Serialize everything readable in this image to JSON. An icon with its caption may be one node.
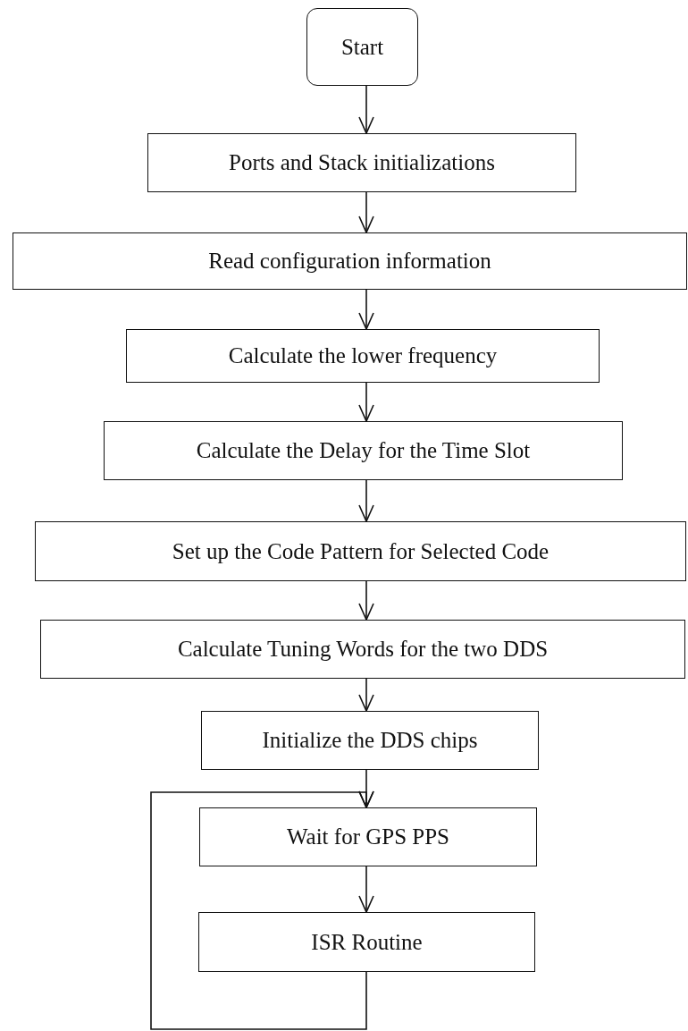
{
  "diagram": {
    "nodes": [
      {
        "text": [
          "Start"
        ]
      },
      {
        "text": [
          "Ports and Stack initializations"
        ]
      },
      {
        "text": [
          "Read configuration information"
        ]
      },
      {
        "text": [
          "Calculate the lower frequency"
        ]
      },
      {
        "text": [
          "Calculate the Delay for the Time Slot"
        ]
      },
      {
        "text": [
          "Set up the Code Pattern for Selected Code"
        ]
      },
      {
        "text": [
          "Calculate Tuning Words for the two DDS"
        ]
      },
      {
        "text": [
          "Initialize the DDS chips"
        ]
      },
      {
        "text": [
          "Wait for GPS PPS"
        ]
      },
      {
        "text": [
          "ISR Routine"
        ]
      }
    ],
    "edges": [
      {
        "from": 0,
        "to": 1,
        "arrow": "to"
      },
      {
        "from": 1,
        "to": 2,
        "arrow": "to"
      },
      {
        "from": 2,
        "to": 3,
        "arrow": "to"
      },
      {
        "from": 3,
        "to": 4,
        "arrow": "to"
      },
      {
        "from": 4,
        "to": 5,
        "arrow": "to"
      },
      {
        "from": 5,
        "to": 6,
        "arrow": "to"
      },
      {
        "from": 6,
        "to": 7,
        "arrow": "to"
      },
      {
        "from": 7,
        "to": 8,
        "arrow": "to"
      },
      {
        "from": 8,
        "to": 9,
        "arrow": "to"
      },
      {
        "from": 9,
        "to": 8,
        "arrow": "to"
      }
    ]
  }
}
